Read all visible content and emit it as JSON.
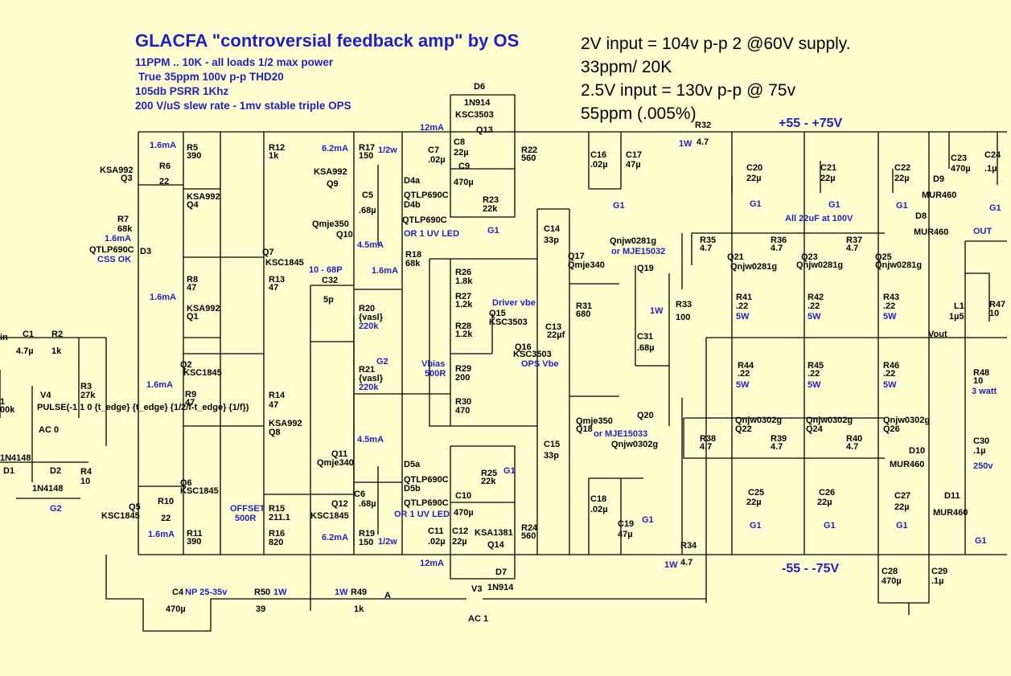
{
  "title": "GLACFA \"controversial feedback amp\" by OS",
  "specs": [
    "11PPM  .. 10K - all loads 1/2  max power",
    "True 35ppm 100v p-p THD20",
    "105db PSRR 1Khz",
    "200 V/uS slew rate - 1mv stable triple OPS"
  ],
  "notes": [
    "2V input = 104v p-p 2 @60V supply.",
    "33ppm/ 20K",
    "2.5V input = 130v p-p @ 75v",
    "55ppm (.005%)"
  ],
  "rails": {
    "positive": "+55 -  +75V",
    "negative": "-55 -  -75V"
  },
  "colors": {
    "background": "#ffffcf",
    "annotation": "#1f1fc8",
    "wire": "#000000"
  },
  "labels": [
    {
      "t": "1.6mA",
      "k": "b"
    },
    {
      "t": "R5",
      "k": "c"
    },
    {
      "t": "390",
      "k": "c"
    },
    {
      "t": "KSA992",
      "k": "c"
    },
    {
      "t": "Q3",
      "k": "c"
    },
    {
      "t": "R6",
      "k": "c"
    },
    {
      "t": "22",
      "k": "c"
    },
    {
      "t": "KSA992",
      "k": "c"
    },
    {
      "t": "Q4",
      "k": "c"
    },
    {
      "t": "R7",
      "k": "c"
    },
    {
      "t": "68k",
      "k": "c"
    },
    {
      "t": "1.6mA",
      "k": "b"
    },
    {
      "t": "QTLP690C",
      "k": "c"
    },
    {
      "t": "D3",
      "k": "c"
    },
    {
      "t": "CSS OK",
      "k": "b"
    },
    {
      "t": "R8",
      "k": "c"
    },
    {
      "t": "47",
      "k": "c"
    },
    {
      "t": "1.6mA",
      "k": "b"
    },
    {
      "t": "KSA992",
      "k": "c"
    },
    {
      "t": "Q1",
      "k": "c"
    },
    {
      "t": "in",
      "k": "c"
    },
    {
      "t": "C1",
      "k": "c"
    },
    {
      "t": "4.7µ",
      "k": "c"
    },
    {
      "t": "R2",
      "k": "c"
    },
    {
      "t": "1k",
      "k": "c"
    },
    {
      "t": "Q2",
      "k": "c"
    },
    {
      "t": "KSC1845",
      "k": "c"
    },
    {
      "t": "1.6mA",
      "k": "b"
    },
    {
      "t": "R3",
      "k": "c"
    },
    {
      "t": "27k",
      "k": "c"
    },
    {
      "t": "R9",
      "k": "c"
    },
    {
      "t": "47",
      "k": "c"
    },
    {
      "t": "V4",
      "k": "c"
    },
    {
      "t": "PULSE(-1 1 0 {t_edge} {t_edge} {1/2/f-t_edge} {1/f})",
      "k": "c"
    },
    {
      "t": "AC 0",
      "k": "c"
    },
    {
      "t": "1N4148",
      "k": "c"
    },
    {
      "t": "D1",
      "k": "c"
    },
    {
      "t": "D2",
      "k": "c"
    },
    {
      "t": "1N4148",
      "k": "c"
    },
    {
      "t": "R4",
      "k": "c"
    },
    {
      "t": "10",
      "k": "c"
    },
    {
      "t": "G2",
      "k": "b"
    },
    {
      "t": "Q6",
      "k": "c"
    },
    {
      "t": "KSC1845",
      "k": "c"
    },
    {
      "t": "Q5",
      "k": "c"
    },
    {
      "t": "R10",
      "k": "c"
    },
    {
      "t": "KSC1845",
      "k": "c"
    },
    {
      "t": "22",
      "k": "c"
    },
    {
      "t": "1.6mA",
      "k": "b"
    },
    {
      "t": "R11",
      "k": "c"
    },
    {
      "t": "390",
      "k": "c"
    },
    {
      "t": "R12",
      "k": "c"
    },
    {
      "t": "1k",
      "k": "c"
    },
    {
      "t": "Q7",
      "k": "c"
    },
    {
      "t": "KSC1845",
      "k": "c"
    },
    {
      "t": "R13",
      "k": "c"
    },
    {
      "t": "47",
      "k": "c"
    },
    {
      "t": "R14",
      "k": "c"
    },
    {
      "t": "47",
      "k": "c"
    },
    {
      "t": "KSA992",
      "k": "c"
    },
    {
      "t": "Q8",
      "k": "c"
    },
    {
      "t": "OFFSET",
      "k": "b"
    },
    {
      "t": "500R",
      "k": "b"
    },
    {
      "t": "R15",
      "k": "c"
    },
    {
      "t": "211.1",
      "k": "c"
    },
    {
      "t": "R16",
      "k": "c"
    },
    {
      "t": "820",
      "k": "c"
    },
    {
      "t": "6.2mA",
      "k": "b"
    },
    {
      "t": "R17",
      "k": "c"
    },
    {
      "t": "150",
      "k": "c"
    },
    {
      "t": "1/2w",
      "k": "b"
    },
    {
      "t": "KSA992",
      "k": "c"
    },
    {
      "t": "Q9",
      "k": "c"
    },
    {
      "t": "C5",
      "k": "c"
    },
    {
      "t": ".68µ",
      "k": "c"
    },
    {
      "t": "D4a",
      "k": "c"
    },
    {
      "t": "QTLP690C",
      "k": "c"
    },
    {
      "t": "D4b",
      "k": "c"
    },
    {
      "t": "QTLP690C",
      "k": "c"
    },
    {
      "t": "Qmje350",
      "k": "c"
    },
    {
      "t": "Q10",
      "k": "c"
    },
    {
      "t": "OR 1 UV LED",
      "k": "b"
    },
    {
      "t": "4.5mA",
      "k": "b"
    },
    {
      "t": "R18",
      "k": "c"
    },
    {
      "t": "68k",
      "k": "c"
    },
    {
      "t": "1.6mA",
      "k": "b"
    },
    {
      "t": "10 - 68P",
      "k": "b"
    },
    {
      "t": "C32",
      "k": "c"
    },
    {
      "t": "5p",
      "k": "c"
    },
    {
      "t": "R20",
      "k": "c"
    },
    {
      "t": "{vasl}",
      "k": "c"
    },
    {
      "t": "220k",
      "k": "b"
    },
    {
      "t": "G2",
      "k": "b"
    },
    {
      "t": "R21",
      "k": "c"
    },
    {
      "t": "{vasl}",
      "k": "c"
    },
    {
      "t": "220k",
      "k": "b"
    },
    {
      "t": "4.5mA",
      "k": "b"
    },
    {
      "t": "Q11",
      "k": "c"
    },
    {
      "t": "Qmje340",
      "k": "c"
    },
    {
      "t": "D5a",
      "k": "c"
    },
    {
      "t": "QTLP690C",
      "k": "c"
    },
    {
      "t": "D5b",
      "k": "c"
    },
    {
      "t": "QTLP690C",
      "k": "c"
    },
    {
      "t": "Q12",
      "k": "c"
    },
    {
      "t": "C6",
      "k": "c"
    },
    {
      "t": ".68µ",
      "k": "c"
    },
    {
      "t": "OR 1 UV LED",
      "k": "b"
    },
    {
      "t": "KSC1845",
      "k": "c"
    },
    {
      "t": "6.2mA",
      "k": "b"
    },
    {
      "t": "R19",
      "k": "c"
    },
    {
      "t": "150",
      "k": "c"
    },
    {
      "t": "1/2w",
      "k": "b"
    },
    {
      "t": "D6",
      "k": "c"
    },
    {
      "t": "1N914",
      "k": "c"
    },
    {
      "t": "KSC3503",
      "k": "c"
    },
    {
      "t": "12mA",
      "k": "b"
    },
    {
      "t": "Q13",
      "k": "c"
    },
    {
      "t": "C8",
      "k": "c"
    },
    {
      "t": "22µ",
      "k": "c"
    },
    {
      "t": "C7",
      "k": "c"
    },
    {
      "t": ".02µ",
      "k": "c"
    },
    {
      "t": "C9",
      "k": "c"
    },
    {
      "t": "470µ",
      "k": "c"
    },
    {
      "t": "R22",
      "k": "c"
    },
    {
      "t": "560",
      "k": "c"
    },
    {
      "t": "R23",
      "k": "c"
    },
    {
      "t": "22k",
      "k": "c"
    },
    {
      "t": "G1",
      "k": "b"
    },
    {
      "t": "R26",
      "k": "c"
    },
    {
      "t": "1.8k",
      "k": "c"
    },
    {
      "t": "R27",
      "k": "c"
    },
    {
      "t": "1.2k",
      "k": "c"
    },
    {
      "t": "Driver vbe",
      "k": "b"
    },
    {
      "t": "Q15",
      "k": "c"
    },
    {
      "t": "R28",
      "k": "c"
    },
    {
      "t": "KSC3503",
      "k": "c"
    },
    {
      "t": "1.2k",
      "k": "c"
    },
    {
      "t": "Q16",
      "k": "c"
    },
    {
      "t": "KSC3503",
      "k": "c"
    },
    {
      "t": "Vbias",
      "k": "b"
    },
    {
      "t": "OPS Vbe",
      "k": "b"
    },
    {
      "t": "R29",
      "k": "c"
    },
    {
      "t": "500R",
      "k": "b"
    },
    {
      "t": "200",
      "k": "c"
    },
    {
      "t": "R30",
      "k": "c"
    },
    {
      "t": "470",
      "k": "c"
    },
    {
      "t": "R25",
      "k": "c"
    },
    {
      "t": "G1",
      "k": "b"
    },
    {
      "t": "22k",
      "k": "c"
    },
    {
      "t": "C10",
      "k": "c"
    },
    {
      "t": "470µ",
      "k": "c"
    },
    {
      "t": "R24",
      "k": "c"
    },
    {
      "t": "C11",
      "k": "c"
    },
    {
      "t": "C12",
      "k": "c"
    },
    {
      "t": "KSA1381",
      "k": "c"
    },
    {
      "t": "560",
      "k": "c"
    },
    {
      "t": ".02µ",
      "k": "c"
    },
    {
      "t": "22µ",
      "k": "c"
    },
    {
      "t": "Q14",
      "k": "c"
    },
    {
      "t": "12mA",
      "k": "b"
    },
    {
      "t": "D7",
      "k": "c"
    },
    {
      "t": "1N914",
      "k": "c"
    },
    {
      "t": "C14",
      "k": "c"
    },
    {
      "t": "33p",
      "k": "c"
    },
    {
      "t": "Q17",
      "k": "c"
    },
    {
      "t": "Qmje340",
      "k": "c"
    },
    {
      "t": "R31",
      "k": "c"
    },
    {
      "t": "680",
      "k": "c"
    },
    {
      "t": "C13",
      "k": "c"
    },
    {
      "t": "22µf",
      "k": "c"
    },
    {
      "t": "Qmje350",
      "k": "c"
    },
    {
      "t": "Q18",
      "k": "c"
    },
    {
      "t": "C15",
      "k": "c"
    },
    {
      "t": "33p",
      "k": "c"
    },
    {
      "t": "C16",
      "k": "c"
    },
    {
      "t": ".02µ",
      "k": "c"
    },
    {
      "t": "C17",
      "k": "c"
    },
    {
      "t": "47µ",
      "k": "c"
    },
    {
      "t": "G1",
      "k": "b"
    },
    {
      "t": "Qnjw0281g",
      "k": "c"
    },
    {
      "t": "or MJE15032",
      "k": "b"
    },
    {
      "t": "Q19",
      "k": "c"
    },
    {
      "t": "1W",
      "k": "b"
    },
    {
      "t": "R33",
      "k": "c"
    },
    {
      "t": "100",
      "k": "c"
    },
    {
      "t": "C31",
      "k": "c"
    },
    {
      "t": ".68µ",
      "k": "c"
    },
    {
      "t": "Q20",
      "k": "c"
    },
    {
      "t": "or MJE15033",
      "k": "b"
    },
    {
      "t": "Qnjw0302g",
      "k": "c"
    },
    {
      "t": "C18",
      "k": "c"
    },
    {
      "t": ".02µ",
      "k": "c"
    },
    {
      "t": "G1",
      "k": "b"
    },
    {
      "t": "C19",
      "k": "c"
    },
    {
      "t": "47µ",
      "k": "c"
    },
    {
      "t": "R32",
      "k": "c"
    },
    {
      "t": "1W",
      "k": "b"
    },
    {
      "t": "4.7",
      "k": "c"
    },
    {
      "t": "C20",
      "k": "c"
    },
    {
      "t": "22µ",
      "k": "c"
    },
    {
      "t": "G1",
      "k": "b"
    },
    {
      "t": "C21",
      "k": "c"
    },
    {
      "t": "22µ",
      "k": "c"
    },
    {
      "t": "G1",
      "k": "b"
    },
    {
      "t": "All 22uF at 100V",
      "k": "b"
    },
    {
      "t": "C22",
      "k": "c"
    },
    {
      "t": "22µ",
      "k": "c"
    },
    {
      "t": "G1",
      "k": "b"
    },
    {
      "t": "R35",
      "k": "c"
    },
    {
      "t": "4.7",
      "k": "c"
    },
    {
      "t": "R36",
      "k": "c"
    },
    {
      "t": "4.7",
      "k": "c"
    },
    {
      "t": "R37",
      "k": "c"
    },
    {
      "t": "4.7",
      "k": "c"
    },
    {
      "t": "Q21",
      "k": "c"
    },
    {
      "t": "Qnjw0281g",
      "k": "c"
    },
    {
      "t": "Q23",
      "k": "c"
    },
    {
      "t": "Qnjw0281g",
      "k": "c"
    },
    {
      "t": "Q25",
      "k": "c"
    },
    {
      "t": "Qnjw0281g",
      "k": "c"
    },
    {
      "t": "R41",
      "k": "c"
    },
    {
      "t": ".22",
      "k": "c"
    },
    {
      "t": "5W",
      "k": "b"
    },
    {
      "t": "R42",
      "k": "c"
    },
    {
      "t": ".22",
      "k": "c"
    },
    {
      "t": "5W",
      "k": "b"
    },
    {
      "t": "R43",
      "k": "c"
    },
    {
      "t": ".22",
      "k": "c"
    },
    {
      "t": "5W",
      "k": "b"
    },
    {
      "t": "R44",
      "k": "c"
    },
    {
      "t": ".22",
      "k": "c"
    },
    {
      "t": "5W",
      "k": "b"
    },
    {
      "t": "R45",
      "k": "c"
    },
    {
      "t": ".22",
      "k": "c"
    },
    {
      "t": "5W",
      "k": "b"
    },
    {
      "t": "R46",
      "k": "c"
    },
    {
      "t": ".22",
      "k": "c"
    },
    {
      "t": "5W",
      "k": "b"
    },
    {
      "t": "R38",
      "k": "c"
    },
    {
      "t": "4.7",
      "k": "c"
    },
    {
      "t": "Qnjw0302g",
      "k": "c"
    },
    {
      "t": "Q22",
      "k": "c"
    },
    {
      "t": "R39",
      "k": "c"
    },
    {
      "t": "4.7",
      "k": "c"
    },
    {
      "t": "Qnjw0302g",
      "k": "c"
    },
    {
      "t": "Q24",
      "k": "c"
    },
    {
      "t": "R40",
      "k": "c"
    },
    {
      "t": "4.7",
      "k": "c"
    },
    {
      "t": "Qnjw0302g",
      "k": "c"
    },
    {
      "t": "Q26",
      "k": "c"
    },
    {
      "t": "C25",
      "k": "c"
    },
    {
      "t": "22µ",
      "k": "c"
    },
    {
      "t": "G1",
      "k": "b"
    },
    {
      "t": "C26",
      "k": "c"
    },
    {
      "t": "22µ",
      "k": "c"
    },
    {
      "t": "G1",
      "k": "b"
    },
    {
      "t": "C27",
      "k": "c"
    },
    {
      "t": "22µ",
      "k": "c"
    },
    {
      "t": "G1",
      "k": "b"
    },
    {
      "t": "R34",
      "k": "c"
    },
    {
      "t": "4.7",
      "k": "c"
    },
    {
      "t": "1W",
      "k": "b"
    },
    {
      "t": "C23",
      "k": "c"
    },
    {
      "t": "470µ",
      "k": "c"
    },
    {
      "t": "C24",
      "k": "c"
    },
    {
      "t": ".1µ",
      "k": "c"
    },
    {
      "t": "D9",
      "k": "c"
    },
    {
      "t": "MUR460",
      "k": "c"
    },
    {
      "t": "G1",
      "k": "b"
    },
    {
      "t": "D8",
      "k": "c"
    },
    {
      "t": "MUR460",
      "k": "c"
    },
    {
      "t": "OUT",
      "k": "b"
    },
    {
      "t": "L1",
      "k": "c"
    },
    {
      "t": "1µ5",
      "k": "c"
    },
    {
      "t": "R47",
      "k": "c"
    },
    {
      "t": "10",
      "k": "c"
    },
    {
      "t": "Vout",
      "k": "c"
    },
    {
      "t": "R48",
      "k": "c"
    },
    {
      "t": "10",
      "k": "c"
    },
    {
      "t": "3 watt",
      "k": "b"
    },
    {
      "t": "C30",
      "k": "c"
    },
    {
      "t": ".1µ",
      "k": "c"
    },
    {
      "t": "250v",
      "k": "b"
    },
    {
      "t": "D10",
      "k": "c"
    },
    {
      "t": "MUR460",
      "k": "c"
    },
    {
      "t": "D11",
      "k": "c"
    },
    {
      "t": "MUR460",
      "k": "c"
    },
    {
      "t": "G1",
      "k": "b"
    },
    {
      "t": "C28",
      "k": "c"
    },
    {
      "t": "470µ",
      "k": "c"
    },
    {
      "t": "C29",
      "k": "c"
    },
    {
      "t": ".1µ",
      "k": "c"
    },
    {
      "t": "C4",
      "k": "c"
    },
    {
      "t": "NP 25-35v",
      "k": "b"
    },
    {
      "t": "470µ",
      "k": "c"
    },
    {
      "t": "R50",
      "k": "c"
    },
    {
      "t": "1W",
      "k": "b"
    },
    {
      "t": "39",
      "k": "c"
    },
    {
      "t": "1W",
      "k": "b"
    },
    {
      "t": "R49",
      "k": "c"
    },
    {
      "t": "1k",
      "k": "c"
    },
    {
      "t": "A",
      "k": "c"
    },
    {
      "t": "V3",
      "k": "c"
    },
    {
      "t": "AC 1",
      "k": "c"
    },
    {
      "t": "1",
      "k": "c"
    },
    {
      "t": "00k",
      "k": "c"
    }
  ]
}
